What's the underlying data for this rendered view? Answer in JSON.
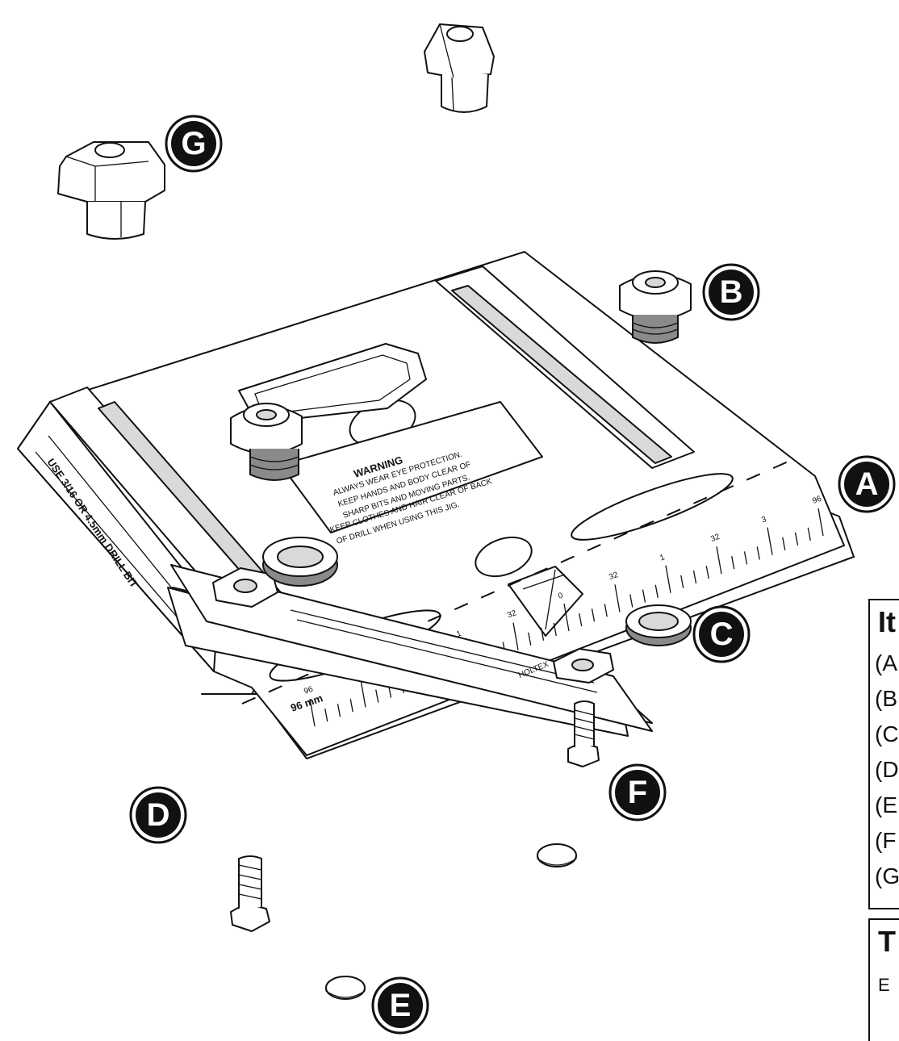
{
  "diagram": {
    "callouts": [
      {
        "id": "A",
        "label": "A"
      },
      {
        "id": "B",
        "label": "B"
      },
      {
        "id": "C",
        "label": "C"
      },
      {
        "id": "D",
        "label": "D"
      },
      {
        "id": "E",
        "label": "E"
      },
      {
        "id": "F",
        "label": "F"
      },
      {
        "id": "G",
        "label": "G"
      }
    ],
    "jig_side_text": "USE 3/16 OR 4.5mm DRILL BIT",
    "warning": {
      "heading": "WARNING",
      "lines": [
        "ALWAYS WEAR EYE PROTECTION.",
        "KEEP HANDS AND BODY CLEAR OF",
        "SHARP BITS AND MOVING PARTS.",
        "KEEP CLOTHES AND HAIR CLEAR OF BACK",
        "OF DRILL WHEN USING THIS JIG."
      ]
    },
    "scale_label": "96 mm",
    "scale_ticks": [
      "96",
      "3",
      "32",
      "1",
      "32",
      "0",
      "32",
      "1",
      "32",
      "3",
      "96"
    ],
    "stop_label": "HOLTEX"
  },
  "items_panel": {
    "title": "It",
    "rows": [
      "(A",
      "(B",
      "(C",
      "(D",
      "(E",
      "(F",
      "(G"
    ]
  },
  "tools_panel": {
    "title": "T",
    "body": "E"
  }
}
